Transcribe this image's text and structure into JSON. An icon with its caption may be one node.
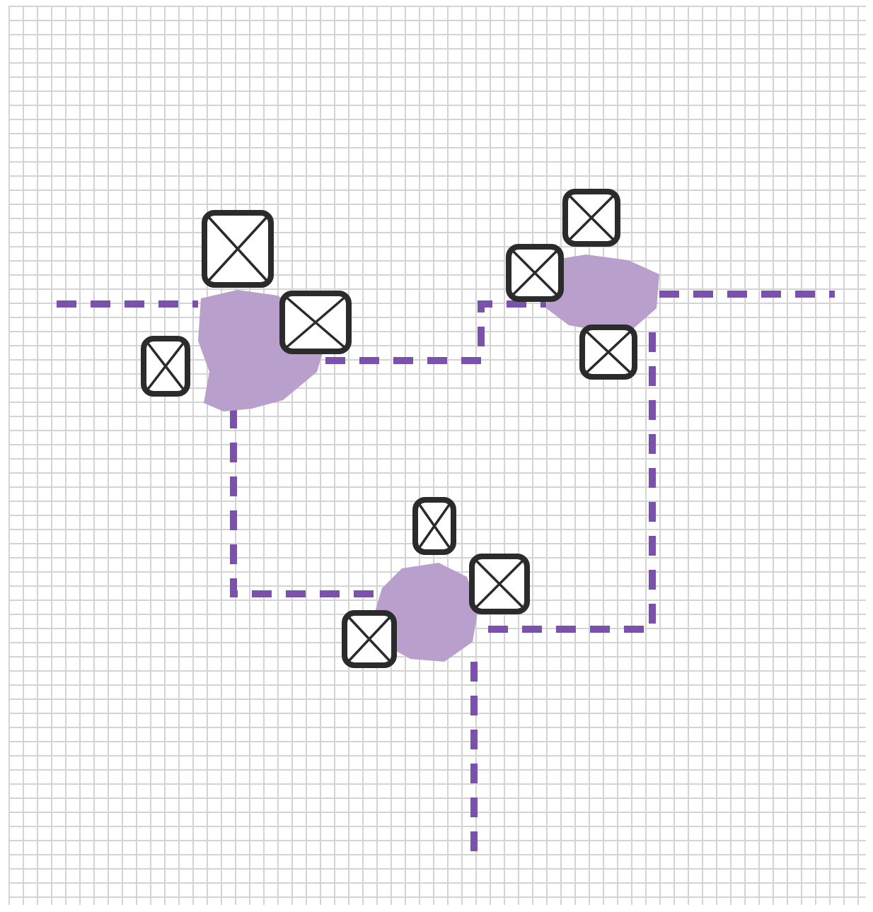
{
  "diagram": {
    "nodes": [
      {
        "text": [],
        "shape": "blob"
      },
      {
        "text": [],
        "shape": "blob"
      },
      {
        "text": [],
        "shape": "blob"
      },
      {
        "text": [],
        "shape": "box"
      },
      {
        "text": [],
        "shape": "box"
      },
      {
        "text": [],
        "shape": "box"
      },
      {
        "text": [],
        "shape": "box"
      },
      {
        "text": [],
        "shape": "box"
      },
      {
        "text": [],
        "shape": "box"
      },
      {
        "text": [],
        "shape": "box"
      },
      {
        "text": [],
        "shape": "box"
      },
      {
        "text": [],
        "shape": "box"
      }
    ],
    "edges": [
      {
        "from": null,
        "to": 0,
        "arrow": "none",
        "style": "dashed"
      },
      {
        "from": 0,
        "to": 1,
        "arrow": "none",
        "style": "dashed"
      },
      {
        "from": 0,
        "to": 2,
        "arrow": "none",
        "style": "dashed"
      },
      {
        "from": 1,
        "to": null,
        "arrow": "none",
        "style": "dashed"
      },
      {
        "from": 1,
        "to": 2,
        "arrow": "none",
        "style": "dashed"
      },
      {
        "from": 2,
        "to": null,
        "arrow": "none",
        "style": "dashed"
      }
    ]
  }
}
